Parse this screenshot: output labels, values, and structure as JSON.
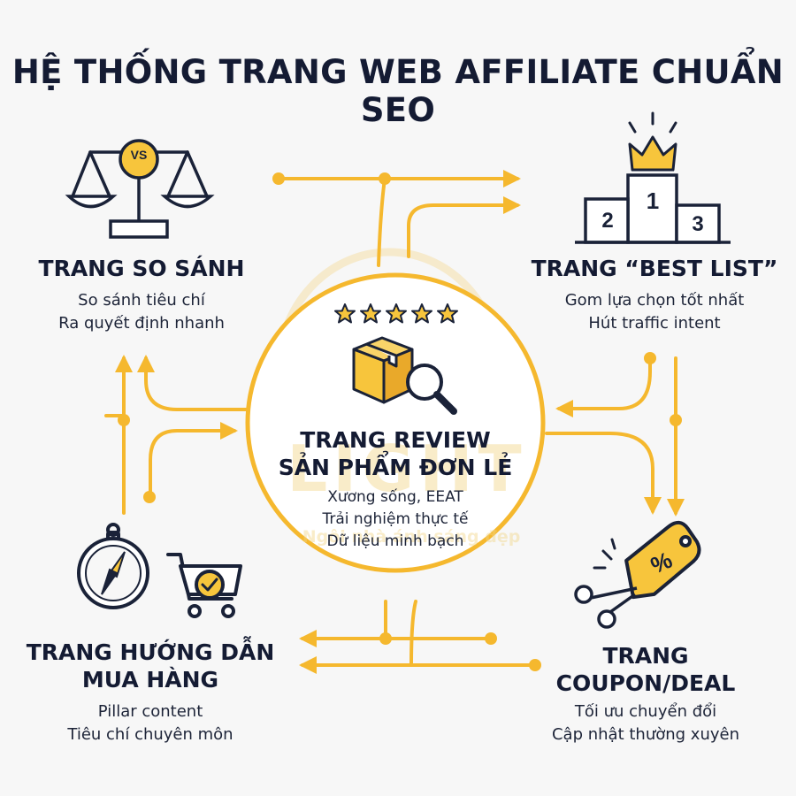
{
  "title": "HỆ THỐNG TRANG WEB AFFILIATE CHUẨN SEO",
  "watermark": {
    "logo": "LIGHT",
    "tagline": "Ngôi nhà ánh sáng đẹp"
  },
  "nodes": {
    "compare": {
      "heading": "TRANG SO SÁNH",
      "lines": [
        "So sánh tiêu chí",
        "Ra quyết định nhanh"
      ],
      "badge": "VS"
    },
    "bestlist": {
      "heading": "TRANG “BEST LIST”",
      "lines": [
        "Gom lựa chọn tốt nhất",
        "Hút traffic intent"
      ],
      "ranks": [
        "1",
        "2",
        "3"
      ]
    },
    "review": {
      "heading_lines": [
        "TRANG REVIEW",
        "SẢN PHẨM ĐƠN LẺ"
      ],
      "lines": [
        "Xương sống, EEAT",
        "Trải nghiệm thực tế",
        "Dữ liệu minh bạch"
      ],
      "stars": 5
    },
    "guide": {
      "heading_lines": [
        "TRANG HƯỚNG DẪN",
        "MUA HÀNG"
      ],
      "lines": [
        "Pillar content",
        "Tiêu chí chuyên môn"
      ]
    },
    "coupon": {
      "heading_lines": [
        "TRANG",
        "COUPON/DEAL"
      ],
      "lines": [
        "Tối ưu chuyển đổi",
        "Cập nhật thường xuyên"
      ],
      "tag": "%"
    }
  },
  "colors": {
    "accent": "#f5b82e",
    "ink": "#1a2238",
    "background": "#f7f7f7",
    "icon_fill": "#f7c53c"
  }
}
